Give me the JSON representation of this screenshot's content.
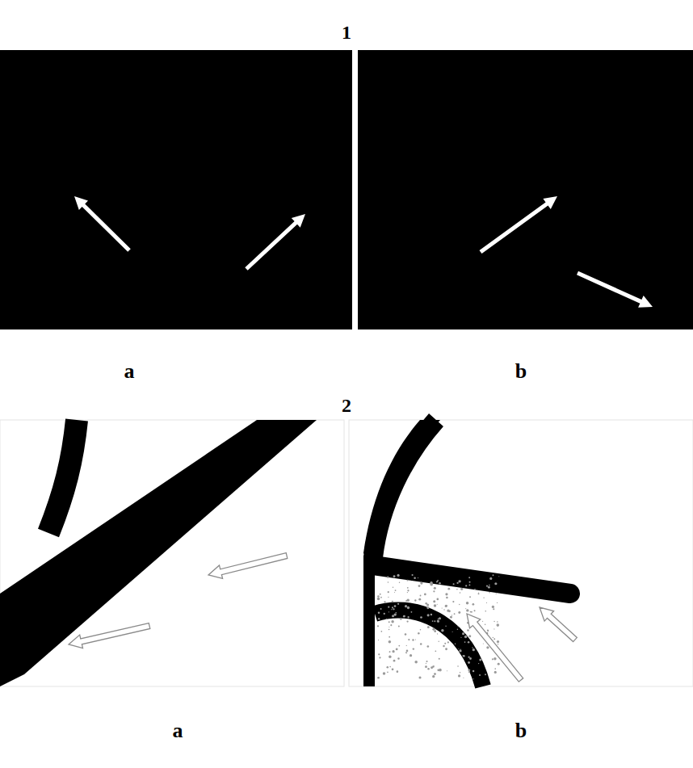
{
  "diagram": {
    "labels": [
      "1",
      "a",
      "b",
      "2",
      "a",
      "b"
    ]
  }
}
